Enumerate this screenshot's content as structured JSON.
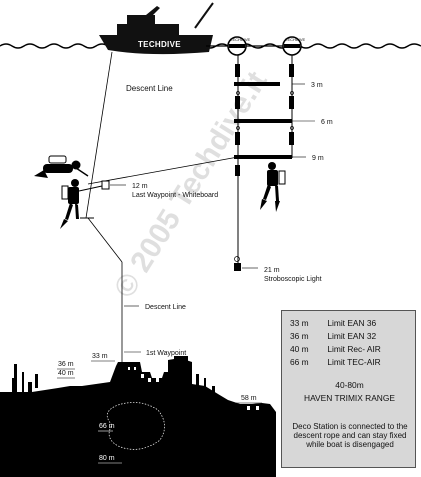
{
  "boat": {
    "name": "TECHDIVE"
  },
  "buoys": [
    "TECHDIVE",
    "TECHDIVE"
  ],
  "deco_station": {
    "stops": [
      "3 m",
      "6 m",
      "9 m"
    ],
    "strobe_depth": "21 m",
    "strobe_label": "Stroboscopic Light"
  },
  "upper_line_label": "Descent Line",
  "lower_line_label": "Descent Line",
  "waypoints": {
    "last_depth": "12 m",
    "last_label": "Last Waypoint - Whiteboard",
    "first_label": "1st Waypoint"
  },
  "wreck_depths": {
    "d33": "33 m",
    "d36": "36 m",
    "d40": "40 m",
    "d58": "58 m",
    "d66": "66 m",
    "d80": "80 m"
  },
  "limits": [
    {
      "depth": "33 m",
      "label": "Limit EAN 36"
    },
    {
      "depth": "36 m",
      "label": "Limit EAN 32"
    },
    {
      "depth": "40 m",
      "label": "Limit Rec- AIR"
    },
    {
      "depth": "66 m",
      "label": "Limit TEC-AIR"
    }
  ],
  "range": {
    "depths": "40-80m",
    "label": "HAVEN TRIMIX RANGE"
  },
  "note": "Deco Station is connected to the descent rope and can stay fixed while boat is disengaged",
  "watermark": "© 2005 Techdive.it"
}
